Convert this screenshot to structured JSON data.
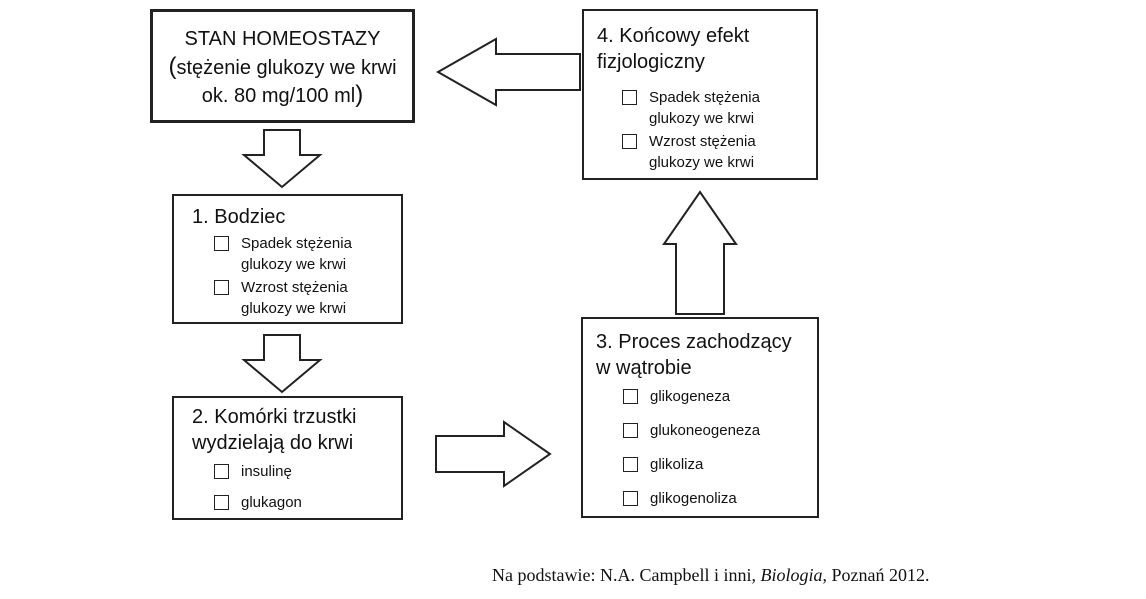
{
  "homeostasis": {
    "line1": "STAN HOMEOSTAZY",
    "paren_open": "(",
    "line2": "stężenie glukozy we krwi",
    "line3": "ok. 80 mg/100 ml",
    "paren_close": ")"
  },
  "box1": {
    "title": "1. Bodziec",
    "options": [
      {
        "label": "Spadek stężenia\nglukozy we krwi",
        "checked": false
      },
      {
        "label": "Wzrost stężenia\nglukozy we krwi",
        "checked": false
      }
    ]
  },
  "box2": {
    "title": "2. Komórki trzustki\nwydzielają do krwi",
    "options": [
      {
        "label": "insulinę",
        "checked": false
      },
      {
        "label": "glukagon",
        "checked": false
      }
    ]
  },
  "box3": {
    "title": "3. Proces zachodzący\nw wątrobie",
    "options": [
      {
        "label": "glikogeneza",
        "checked": false
      },
      {
        "label": "glukoneogeneza",
        "checked": false
      },
      {
        "label": "glikoliza",
        "checked": false
      },
      {
        "label": "glikogenoliza",
        "checked": false
      }
    ]
  },
  "box4": {
    "title": "4. Końcowy efekt\nfizjologiczny",
    "options": [
      {
        "label": "Spadek stężenia\nglukozy we krwi",
        "checked": false
      },
      {
        "label": "Wzrost stężenia\nglukozy we krwi",
        "checked": false
      }
    ]
  },
  "source": {
    "prefix": "Na podstawie: N.A. Campbell i inni, ",
    "book": "Biologia",
    "suffix": ", Poznań 2012."
  }
}
